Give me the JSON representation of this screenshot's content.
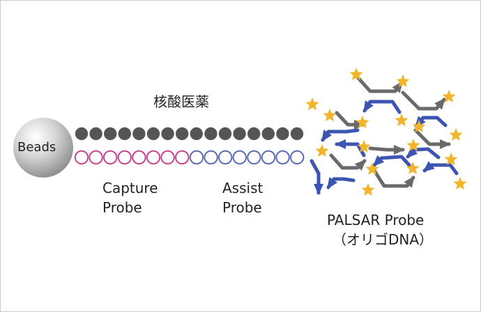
{
  "title": "核酸医薬",
  "bead_label": "Beads",
  "capture_label": [
    "Capture",
    "Probe"
  ],
  "assist_label": [
    "Assist",
    "Probe"
  ],
  "palsar_label": [
    "PALSAR Probe",
    "（オリゴDNA）"
  ],
  "colors": {
    "dark_bead": "#555555",
    "capture": "#c8458f",
    "assist": "#5a6db2",
    "arrow_blue": "#3b55b0",
    "arrow_gray": "#6a6a6a",
    "star": "#f0b52a",
    "frame": "#c9c9c9"
  }
}
